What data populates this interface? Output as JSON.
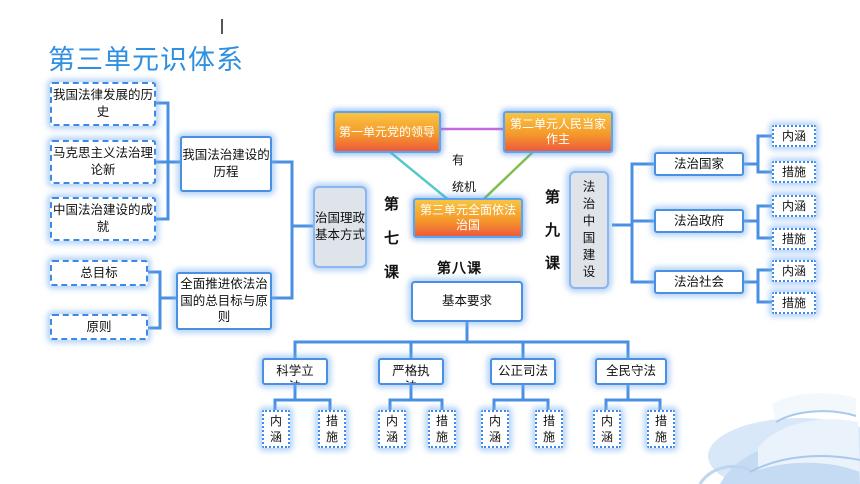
{
  "title": "第三单元识体系",
  "left": {
    "history_items": [
      "我国法律发展的历史",
      "马克思主义法治理论新",
      "中国法治建设的成就"
    ],
    "history_parent": "我国法治建设的历程",
    "goal_items": [
      "总目标",
      "原则"
    ],
    "goal_parent": "全面推进依法治国的总目标与原则"
  },
  "mode_box": "治国理政基本方式",
  "lessons": {
    "seven_chars": [
      "第",
      "七",
      "课"
    ],
    "eight": "第八课",
    "nine_chars": [
      "第",
      "九",
      "课"
    ]
  },
  "units": {
    "one": "第一单元党的领导",
    "two": "第二单元人民当家作主",
    "three": "第三单元全面依法治国"
  },
  "unified_chars": [
    "有",
    "统机"
  ],
  "right": {
    "china_box": "法治中国建设",
    "items": [
      "法治国家",
      "法治政府",
      "法治社会"
    ],
    "sub": [
      "内涵",
      "措施"
    ]
  },
  "requirements": {
    "label": "基本要求",
    "items": [
      "科学立法",
      "严格执法",
      "公正司法",
      "全民守法"
    ],
    "sub": [
      "内涵",
      "措施"
    ]
  }
}
